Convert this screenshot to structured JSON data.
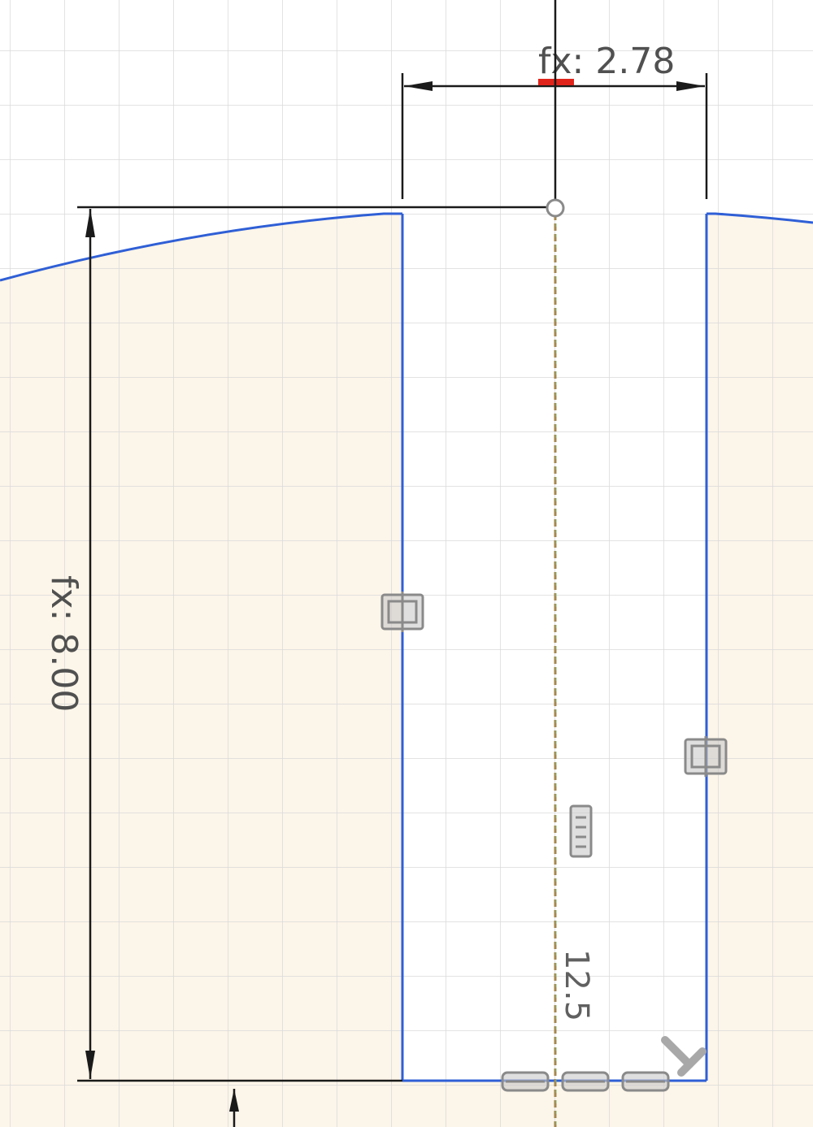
{
  "sketch": {
    "dimension_width": {
      "text": "fx: 2.78"
    },
    "dimension_height": {
      "text": "fx: 8.00"
    },
    "dimension_centerline": {
      "text": "12.5"
    },
    "colors": {
      "background": "#ffffff",
      "grid": "#d9d9d9",
      "profile_fill": "#fcf5e9",
      "sketch_line": "#2f5fd6",
      "dimension_line": "#1a1a1a",
      "centerline": "#a4874e",
      "fx_marker": "#e0241b"
    },
    "constraint_icons": [
      {
        "name": "vertical-constraint-icon-left"
      },
      {
        "name": "vertical-constraint-icon-right"
      },
      {
        "name": "construction-constraint-icon"
      },
      {
        "name": "horizontal-constraint-icon-1"
      },
      {
        "name": "horizontal-constraint-icon-2"
      },
      {
        "name": "horizontal-constraint-icon-3"
      },
      {
        "name": "perpendicular-constraint-icon"
      }
    ]
  }
}
